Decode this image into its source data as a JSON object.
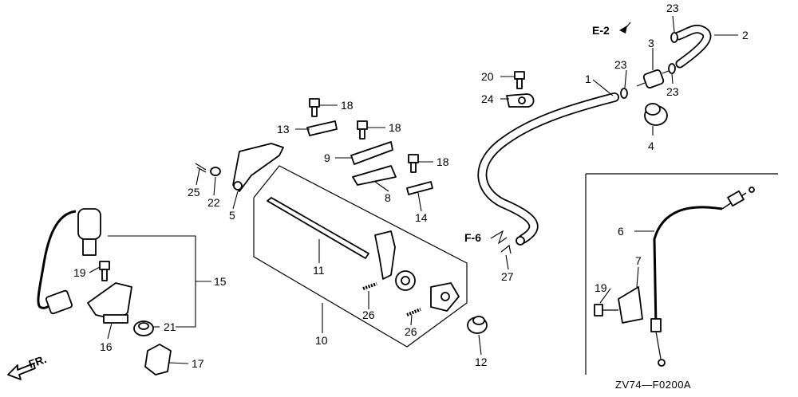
{
  "callouts": {
    "c1": "1",
    "c2": "2",
    "c3": "3",
    "c4": "4",
    "c5": "5",
    "c6": "6",
    "c7": "7",
    "c8": "8",
    "c9": "9",
    "c10": "10",
    "c11": "11",
    "c12": "12",
    "c13": "13",
    "c14": "14",
    "c15": "15",
    "c16": "16",
    "c17": "17",
    "c18a": "18",
    "c18b": "18",
    "c18c": "18",
    "c19a": "19",
    "c19b": "19",
    "c20": "20",
    "c21": "21",
    "c22": "22",
    "c23a": "23",
    "c23b": "23",
    "c23c": "23",
    "c24": "24",
    "c25": "25",
    "c26a": "26",
    "c26b": "26",
    "c27": "27"
  },
  "references": {
    "e2": "E-2",
    "f6": "F-6",
    "front": "FR."
  },
  "diagram_code": "ZV74—F0200A"
}
